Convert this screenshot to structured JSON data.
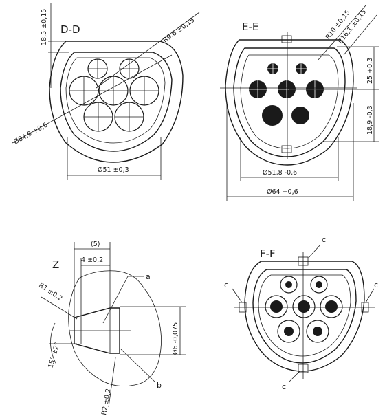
{
  "sections": {
    "dd": {
      "title": "D-D",
      "dim_height": "18,5 ±0,15",
      "dim_radius": "R9,6 ±0,15",
      "dim_outer_dia": "Ø64,9 +0,6",
      "dim_inner_dia": "Ø51 ±0,3"
    },
    "ee": {
      "title": "E-E",
      "dim_r10": "R10 ±0,15",
      "dim_r16": "R16,1 ±0,15",
      "dim_25": "25 +0,3",
      "dim_18": "18,9 -0,3",
      "dim_inner_dia": "Ø51,8 -0,6",
      "dim_outer_dia": "Ø64 +0,6"
    },
    "z": {
      "title": "Z",
      "dim_5": "(5)",
      "dim_4": "4 ±0,2",
      "dim_r1": "R1 ±0,2",
      "dim_r2": "R2 ±0,2",
      "dim_angle": "15° ±2°",
      "dim_dia": "Ø6 -0,075",
      "label_a": "a",
      "label_b": "b"
    },
    "ff": {
      "title": "F-F",
      "callout_top": "c",
      "callout_left": "c",
      "callout_right": "c",
      "callout_bottom": "c"
    }
  }
}
